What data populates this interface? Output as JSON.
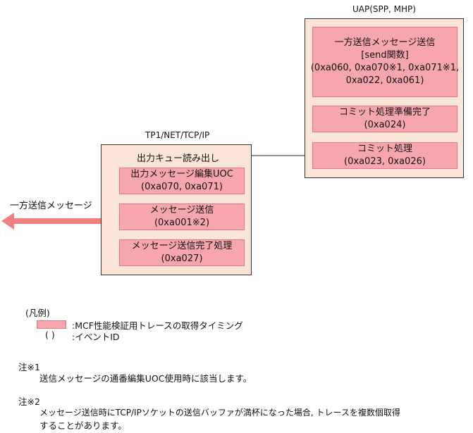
{
  "uap": {
    "title": "UAP(SPP, MHP)",
    "box1": {
      "line1": "一方送信メッセージ送信",
      "line2": "[send関数]",
      "line3": "(0xa060, 0xa070※1, 0xa071※1,",
      "line4": "0xa022, 0xa061)"
    },
    "box2": {
      "line1": "コミット処理準備完了",
      "line2": "(0xa024)"
    },
    "box3": {
      "line1": "コミット処理",
      "line2": "(0xa023, 0xa026)"
    }
  },
  "tp1": {
    "title": "TP1/NET/TCP/IP",
    "queue_label": "出力キュー読み出し",
    "box1": {
      "line1": "出力メッセージ編集UOC",
      "line2": "(0xa070, 0xa071)"
    },
    "box2": {
      "line1": "メッセージ送信",
      "line2": "(0xa001※2)"
    },
    "box3": {
      "line1": "メッセージ送信完了処理",
      "line2": "(0xa027)"
    }
  },
  "outgoing_label": "一方送信メッセージ",
  "legend": {
    "heading": "(凡例)",
    "swatch_text": ":MCF性能検証用トレースの取得タイミング",
    "event_marker": "( )",
    "event_text": ":イベントID"
  },
  "notes": {
    "n1_title": "注※1",
    "n1_text": "送信メッセージの通番編集UOC使用時に該当します。",
    "n2_title": "注※2",
    "n2_text1": "メッセージ送信時にTCP/IPソケットの送信バッファが満杯になった場合, トレースを複数個取得",
    "n2_text2": "することがあります。"
  },
  "colors": {
    "container": "#fbe5d6",
    "box": "#f7a6ad",
    "big_arrow": "#f08080"
  }
}
